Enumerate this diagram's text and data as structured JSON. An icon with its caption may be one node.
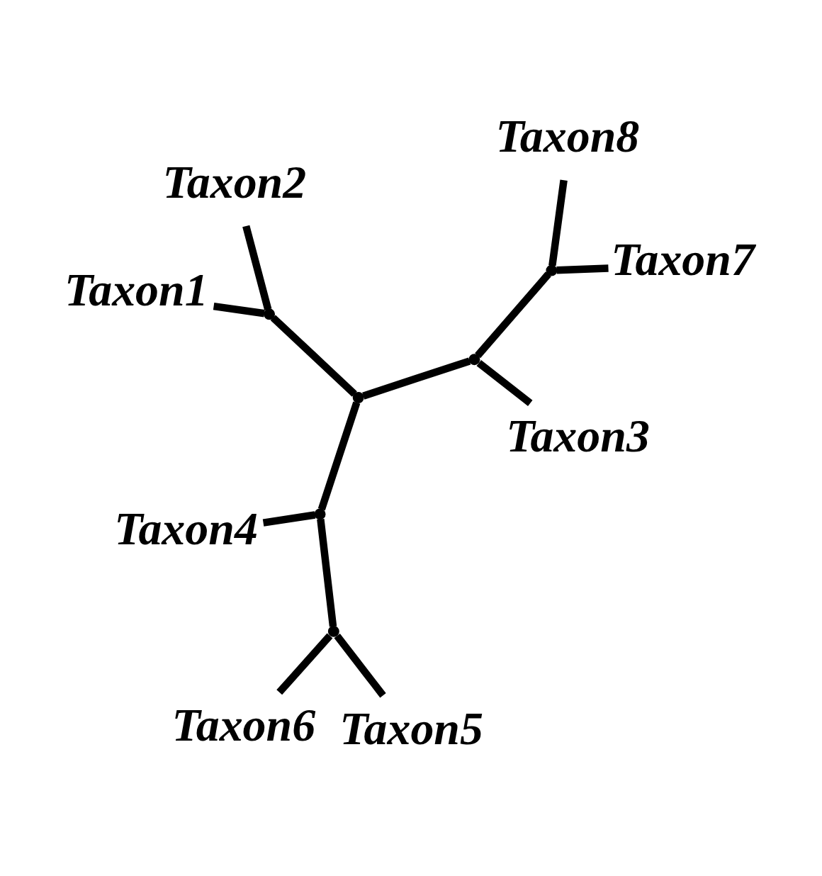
{
  "diagram": {
    "nodes": [
      {
        "text": [
          "Taxon6"
        ]
      },
      {
        "text": [
          "Taxon5"
        ]
      },
      {
        "text": [],
        "shape": "point"
      },
      {
        "text": [
          "Taxon2"
        ]
      },
      {
        "text": [],
        "shape": "point"
      },
      {
        "text": [
          "Taxon4"
        ]
      },
      {
        "text": [],
        "shape": "point"
      },
      {
        "text": [],
        "shape": "point"
      },
      {
        "text": [
          "Taxon1"
        ]
      },
      {
        "text": [],
        "shape": "point"
      },
      {
        "text": [
          "Taxon3"
        ]
      },
      {
        "text": [],
        "shape": "point"
      },
      {
        "text": [
          "Taxon7"
        ]
      },
      {
        "text": [
          "Taxon8"
        ]
      }
    ],
    "edges": [
      {
        "from": 2,
        "to": 0,
        "arrow": "none"
      },
      {
        "from": 2,
        "to": 1,
        "arrow": "none"
      },
      {
        "from": 4,
        "to": 2,
        "arrow": "none"
      },
      {
        "from": 4,
        "to": 5,
        "arrow": "none"
      },
      {
        "from": 7,
        "to": 4,
        "arrow": "none"
      },
      {
        "from": 7,
        "to": 6,
        "arrow": "none"
      },
      {
        "from": 6,
        "to": 3,
        "arrow": "none"
      },
      {
        "from": 6,
        "to": 8,
        "arrow": "none"
      },
      {
        "from": 7,
        "to": 9,
        "arrow": "none"
      },
      {
        "from": 9,
        "to": 10,
        "arrow": "none"
      },
      {
        "from": 9,
        "to": 11,
        "arrow": "none"
      },
      {
        "from": 11,
        "to": 12,
        "arrow": "none"
      },
      {
        "from": 11,
        "to": 13,
        "arrow": "none"
      }
    ]
  }
}
